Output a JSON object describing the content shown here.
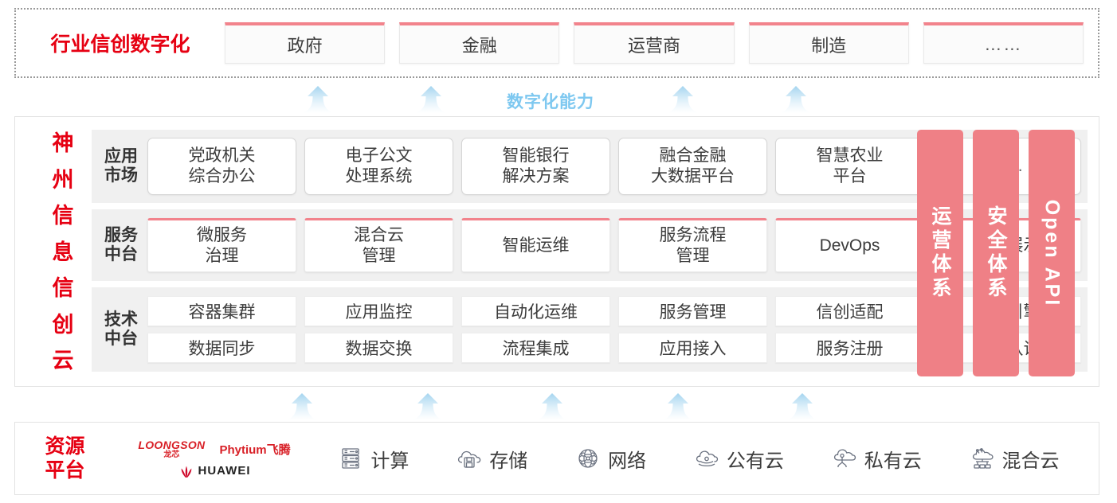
{
  "industry": {
    "title": "行业信创数字化",
    "boxes": [
      {
        "label": "政府"
      },
      {
        "label": "金融"
      },
      {
        "label": "运营商"
      },
      {
        "label": "制造"
      },
      {
        "label": "……"
      }
    ]
  },
  "capability": {
    "label": "数字化能力"
  },
  "cloud": {
    "title_chars": [
      "神",
      "州",
      "信",
      "息",
      "信",
      "创",
      "云"
    ],
    "rows": [
      {
        "label": "应用\n市场",
        "label_line1": "应用",
        "label_line2": "市场",
        "items": [
          {
            "line1": "党政机关",
            "line2": "综合办公"
          },
          {
            "line1": "电子公文",
            "line2": "处理系统"
          },
          {
            "line1": "智能银行",
            "line2": "解决方案"
          },
          {
            "line1": "融合金融",
            "line2": "大数据平台"
          },
          {
            "line1": "智慧农业",
            "line2": "平台"
          },
          {
            "line1": "……",
            "line2": ""
          }
        ]
      },
      {
        "label_line1": "服务",
        "label_line2": "中台",
        "items": [
          {
            "line1": "微服务",
            "line2": "治理"
          },
          {
            "line1": "混合云",
            "line2": "管理"
          },
          {
            "line1": "智能运维",
            "line2": ""
          },
          {
            "line1": "服务流程",
            "line2": "管理"
          },
          {
            "line1": "DevOps",
            "line2": ""
          },
          {
            "line1": "大屏展示",
            "line2": ""
          }
        ]
      },
      {
        "label_line1": "技术",
        "label_line2": "中台",
        "row1": [
          "容器集群",
          "应用监控",
          "自动化运维",
          "服务管理",
          "信创适配",
          "流程引擎"
        ],
        "row2": [
          "数据同步",
          "数据交换",
          "流程集成",
          "应用接入",
          "服务注册",
          "统一认证"
        ]
      }
    ],
    "pillars": [
      {
        "label": "运营体系",
        "type": "cn"
      },
      {
        "label": "安全体系",
        "type": "cn"
      },
      {
        "label": "Open API",
        "type": "en"
      }
    ]
  },
  "resource": {
    "title_line1": "资源",
    "title_line2": "平台",
    "vendors": [
      {
        "name_en": "LOONGSON",
        "name_cn": "龙芯"
      },
      {
        "name": "Phytium飞腾"
      },
      {
        "name": "HUAWEI"
      }
    ],
    "items": [
      {
        "icon": "server-icon",
        "label": "计算"
      },
      {
        "icon": "cloud-storage-icon",
        "label": "存储"
      },
      {
        "icon": "network-mesh-icon",
        "label": "网络"
      },
      {
        "icon": "public-cloud-icon",
        "label": "公有云"
      },
      {
        "icon": "private-cloud-icon",
        "label": "私有云"
      },
      {
        "icon": "hybrid-cloud-icon",
        "label": "混合云"
      }
    ]
  },
  "colors": {
    "brand_red": "#e60012",
    "pillar_red": "#ef8086",
    "accent_pink": "#f2838c",
    "arrow_blue": "#a8d8f0",
    "capability_blue": "#7ec8f0"
  }
}
